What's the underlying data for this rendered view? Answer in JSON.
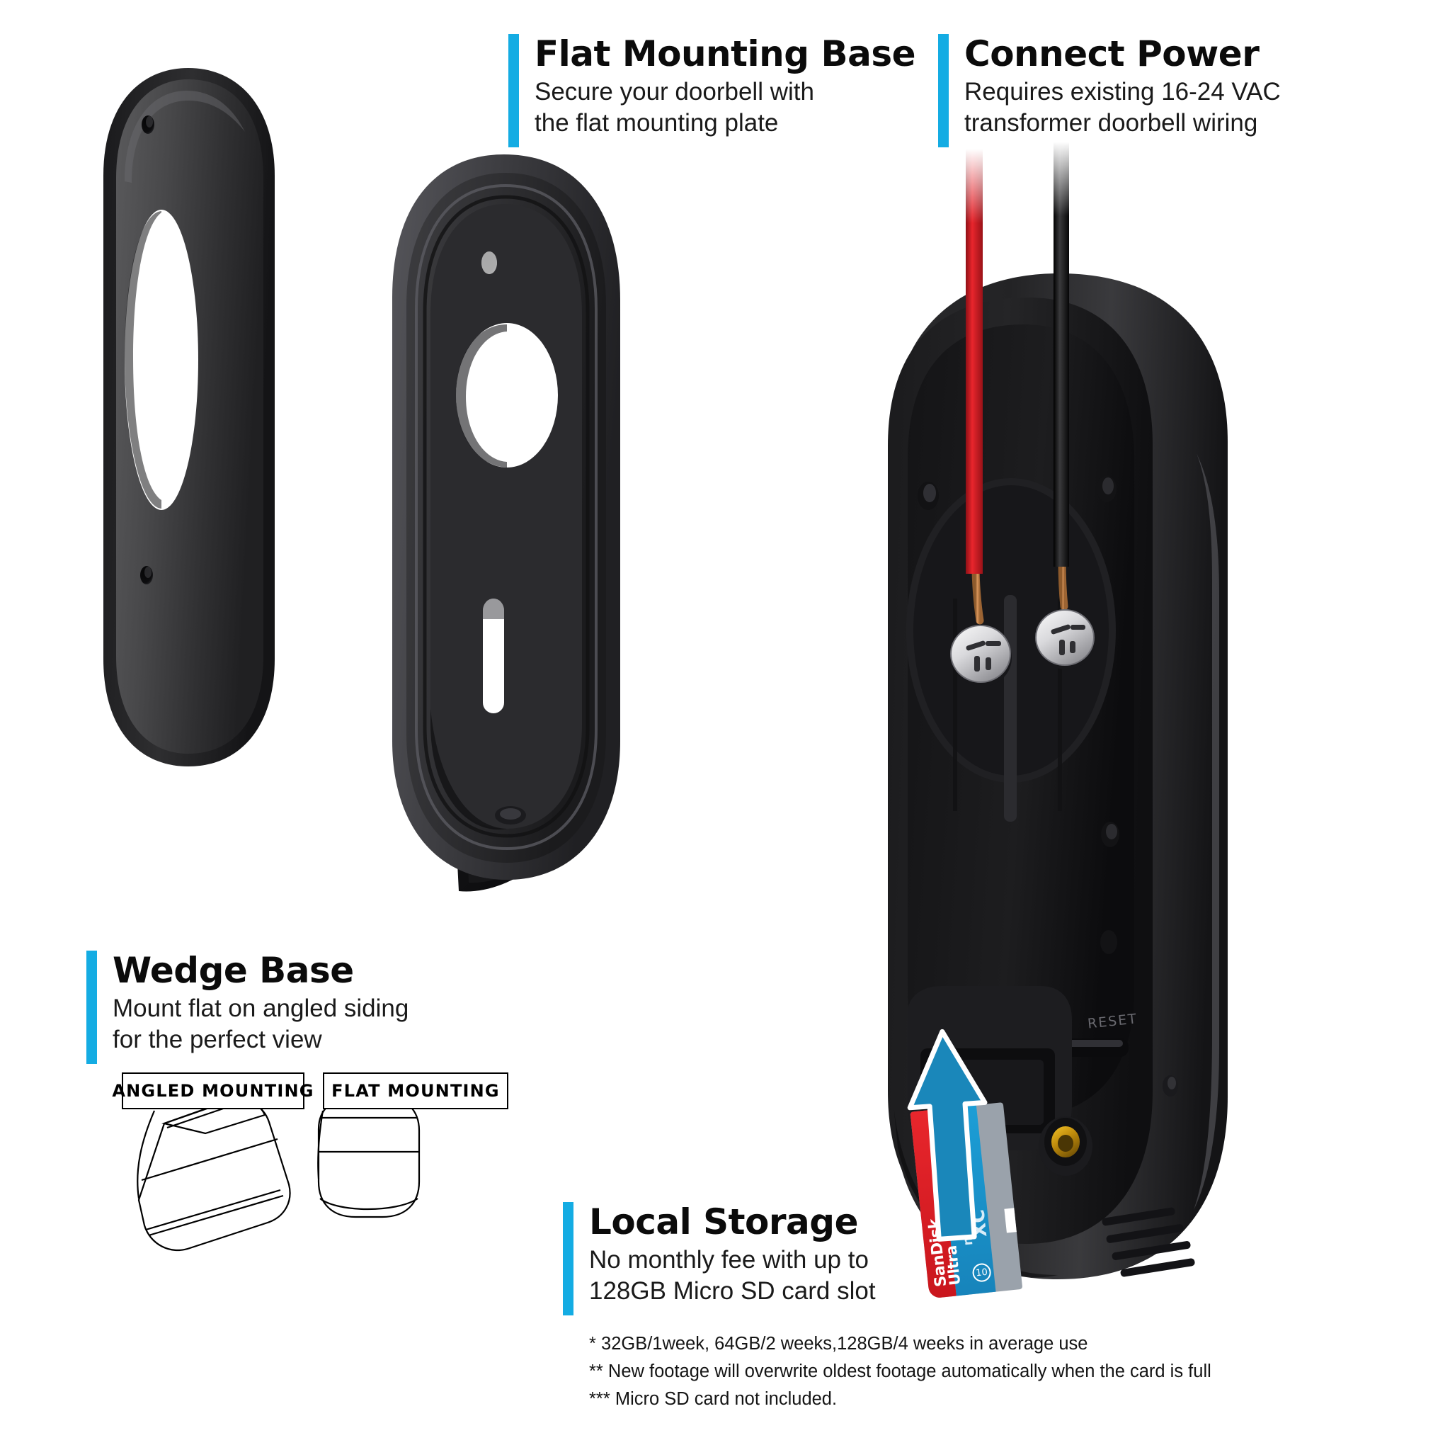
{
  "meta": {
    "accent_color": "#14ace3",
    "background_color": "#ffffff",
    "text_color": "#111111",
    "product_body_color": "#2b2b2b",
    "wire_red": "#d41f26",
    "wire_black": "#101010"
  },
  "callouts": [
    {
      "id": "flat-mounting-base",
      "title": "Flat Mounting Base",
      "lines": [
        "Secure your doorbell with",
        "the flat mounting plate"
      ]
    },
    {
      "id": "connect-power",
      "title": "Connect Power",
      "lines": [
        "Requires existing 16-24 VAC",
        "transformer doorbell wiring"
      ]
    },
    {
      "id": "wedge-base",
      "title": "Wedge Base",
      "lines": [
        "Mount flat on angled siding",
        "for the perfect view"
      ]
    },
    {
      "id": "local-storage",
      "title": "Local Storage",
      "lines": [
        "No monthly fee with up to",
        "128GB Micro SD card slot"
      ]
    }
  ],
  "mount_boxes": [
    {
      "id": "angled-mounting",
      "label": "ANGLED MOUNTING"
    },
    {
      "id": "flat-mounting",
      "label": "FLAT MOUNTING"
    }
  ],
  "footnotes": [
    "* 32GB/1week, 64GB/2 weeks,128GB/4 weeks in average use",
    "** New footage will overwrite oldest footage automatically when the card is full",
    "*** Micro SD card not included."
  ],
  "device": {
    "reset_label": "RESET"
  },
  "sd_card": {
    "brand": "SanDisk",
    "line": "Ultra",
    "format": "micro",
    "capacity_class": "XC",
    "speed_class": "I",
    "class_badge": "10"
  }
}
